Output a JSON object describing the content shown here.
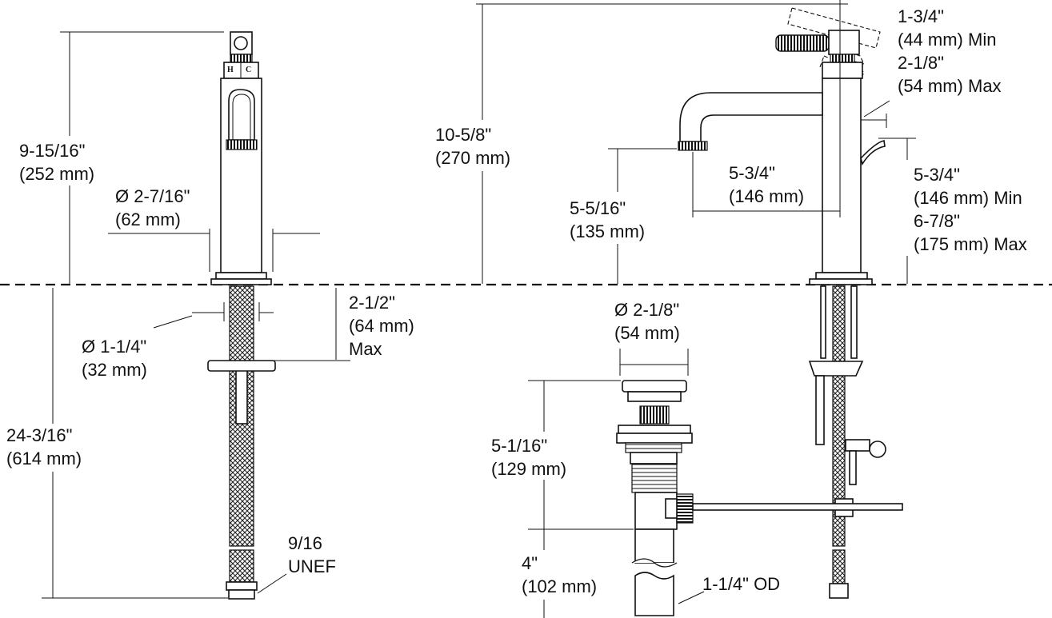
{
  "dimensions": {
    "faucet_height": {
      "line1": "9-15/16\"",
      "line2": "(252 mm)"
    },
    "faucet_diameter": {
      "line1": "Ø 2-7/16\"",
      "line2": "(62 mm)"
    },
    "shank_diameter": {
      "line1": "Ø 1-1/4\"",
      "line2": "(32 mm)"
    },
    "max_deck_thickness": {
      "line1": "2-1/2\"",
      "line2": "(64 mm)",
      "line3": "Max"
    },
    "supply_length": {
      "line1": "24-3/16\"",
      "line2": "(614 mm)"
    },
    "supply_thread": {
      "line1": "9/16",
      "line2": "UNEF"
    },
    "overall_height": {
      "line1": "10-5/8\"",
      "line2": "(270 mm)"
    },
    "spout_height": {
      "line1": "5-5/16\"",
      "line2": "(135 mm)"
    },
    "spout_reach": {
      "line1": "5-3/4\"",
      "line2": "(146 mm)"
    },
    "handle_clearance": {
      "line1": "1-3/4\"",
      "line2": "(44 mm) Min",
      "line3": "2-1/8\"",
      "line4": "(54 mm) Max"
    },
    "drain_lever_height": {
      "line1": "5-3/4\"",
      "line2": "(146 mm) Min",
      "line3": "6-7/8\"",
      "line4": "(175 mm) Max"
    },
    "drain_cap_diameter": {
      "line1": "Ø 2-1/8\"",
      "line2": "(54 mm)"
    },
    "drain_body_height": {
      "line1": "5-1/16\"",
      "line2": "(129 mm)"
    },
    "tailpiece_length": {
      "line1": "4\"",
      "line2": "(102 mm)"
    },
    "tailpiece_od": {
      "line1": "1-1/4\" OD"
    }
  },
  "handle_markings": {
    "hot": "H",
    "cold": "C"
  }
}
